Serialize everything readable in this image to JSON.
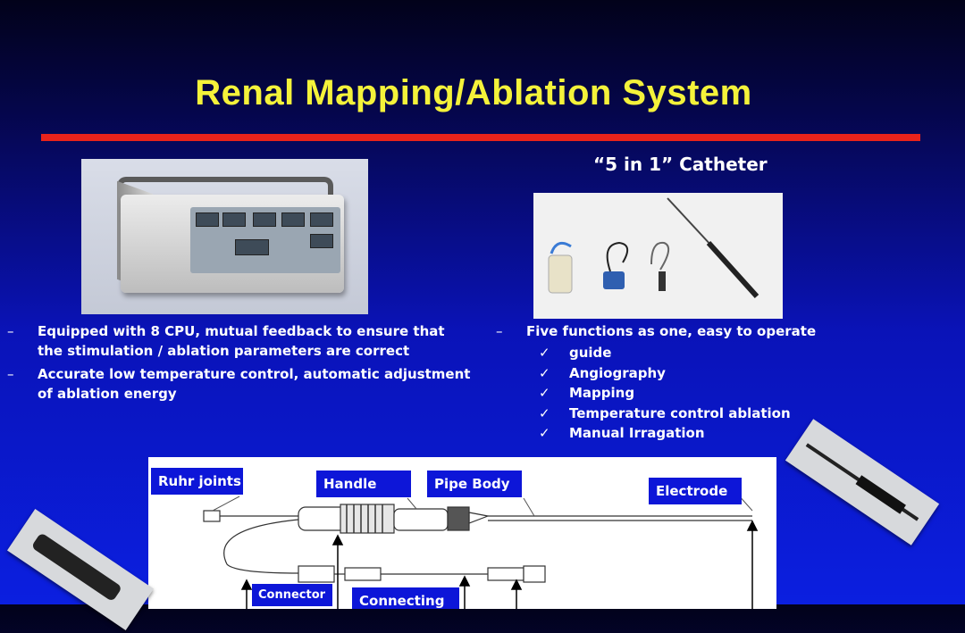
{
  "slide": {
    "title": "Renal Mapping/Ablation System",
    "catheter_heading": "“5 in 1” Catheter",
    "left_bullets": [
      "Equipped with 8 CPU, mutual feedback to ensure that the stimulation / ablation parameters are correct",
      "Accurate low temperature control, automatic adjustment of ablation energy"
    ],
    "right_bullet": "Five functions as one, easy to operate",
    "functions": [
      "guide",
      "Angiography",
      "Mapping",
      "Temperature control ablation",
      "Manual Irragation"
    ],
    "dash": "–",
    "check": "✓",
    "diagram_labels": {
      "ruhr": "Ruhr joints",
      "handle": "Handle",
      "pipe": "Pipe Body",
      "electrode": "Electrode",
      "connector": "Connector",
      "connecting": "Connecting"
    }
  },
  "colors": {
    "title": "#f4f23a",
    "divider": "#e8231b",
    "label_bg": "#0d16d8"
  }
}
